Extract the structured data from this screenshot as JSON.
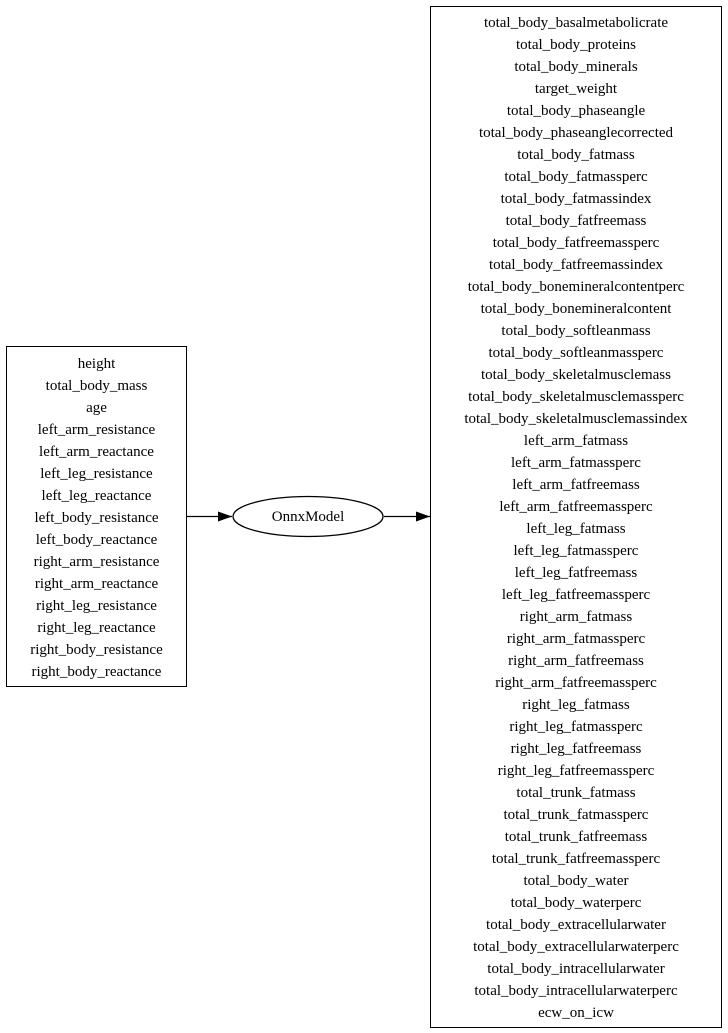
{
  "diagram": {
    "input_node": {
      "fields": [
        "height",
        "total_body_mass",
        "age",
        "left_arm_resistance",
        "left_arm_reactance",
        "left_leg_resistance",
        "left_leg_reactance",
        "left_body_resistance",
        "left_body_reactance",
        "right_arm_resistance",
        "right_arm_reactance",
        "right_leg_resistance",
        "right_leg_reactance",
        "right_body_resistance",
        "right_body_reactance"
      ]
    },
    "model_node": {
      "label": "OnnxModel"
    },
    "output_node": {
      "fields": [
        "total_body_basalmetabolicrate",
        "total_body_proteins",
        "total_body_minerals",
        "target_weight",
        "total_body_phaseangle",
        "total_body_phaseanglecorrected",
        "total_body_fatmass",
        "total_body_fatmassperc",
        "total_body_fatmassindex",
        "total_body_fatfreemass",
        "total_body_fatfreemassperc",
        "total_body_fatfreemassindex",
        "total_body_bonemineralcontentperc",
        "total_body_bonemineralcontent",
        "total_body_softleanmass",
        "total_body_softleanmassperc",
        "total_body_skeletalmusclemass",
        "total_body_skeletalmusclemassperc",
        "total_body_skeletalmusclemassindex",
        "left_arm_fatmass",
        "left_arm_fatmassperc",
        "left_arm_fatfreemass",
        "left_arm_fatfreemassperc",
        "left_leg_fatmass",
        "left_leg_fatmassperc",
        "left_leg_fatfreemass",
        "left_leg_fatfreemassperc",
        "right_arm_fatmass",
        "right_arm_fatmassperc",
        "right_arm_fatfreemass",
        "right_arm_fatfreemassperc",
        "right_leg_fatmass",
        "right_leg_fatmassperc",
        "right_leg_fatfreemass",
        "right_leg_fatfreemassperc",
        "total_trunk_fatmass",
        "total_trunk_fatmassperc",
        "total_trunk_fatfreemass",
        "total_trunk_fatfreemassperc",
        "total_body_water",
        "total_body_waterperc",
        "total_body_extracellularwater",
        "total_body_extracellularwaterperc",
        "total_body_intracellularwater",
        "total_body_intracellularwaterperc",
        "ecw_on_icw"
      ]
    },
    "edges": [
      {
        "from": "input_node",
        "to": "model_node"
      },
      {
        "from": "model_node",
        "to": "output_node"
      }
    ]
  }
}
